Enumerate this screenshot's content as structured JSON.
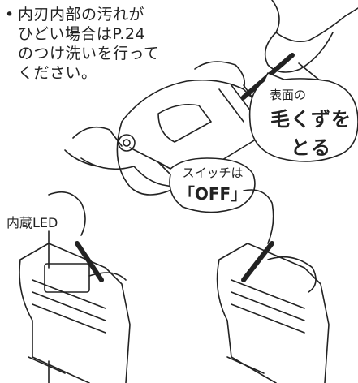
{
  "note": {
    "bullet": "•",
    "lines": [
      "内刃内部の汚れが",
      "ひどい場合はP.24",
      "のつけ洗いを行って",
      "ください。"
    ]
  },
  "bubble_clean": {
    "small": "表面の",
    "big_line1": "毛くずを",
    "big_line2": "とる"
  },
  "bubble_switch": {
    "small": "スイッチは",
    "big": "「OFF」"
  },
  "led_label": "内蔵LED",
  "colors": {
    "ink": "#222222",
    "fill": "#ffffff"
  }
}
